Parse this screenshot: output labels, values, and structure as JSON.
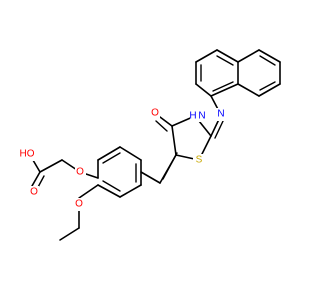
{
  "molecule": {
    "atoms": {
      "o_carbonyl_acid": {
        "text": "O",
        "color": "#ff0000"
      },
      "o_hydroxyl": {
        "text": "HO",
        "color": "#ff0000"
      },
      "o_ether_acetic": {
        "text": "O",
        "color": "#ff0000"
      },
      "o_ethoxy": {
        "text": "O",
        "color": "#ff0000"
      },
      "o_thiazolidinone": {
        "text": "O",
        "color": "#ff0000"
      },
      "n_ring_h": {
        "text": "H",
        "color": "#0000ff"
      },
      "n_ring": {
        "text": "N",
        "color": "#0000ff"
      },
      "n_imine": {
        "text": "N",
        "color": "#0000ff"
      },
      "s_ring": {
        "text": "S",
        "color": "#c8a800"
      }
    }
  }
}
